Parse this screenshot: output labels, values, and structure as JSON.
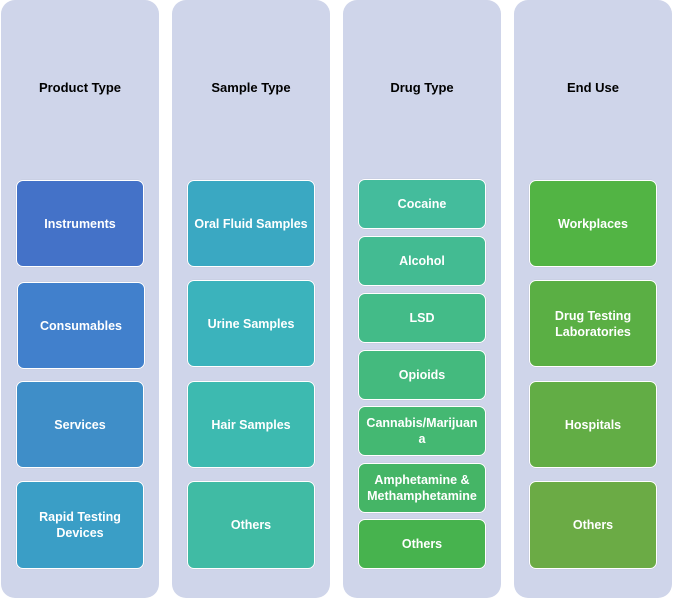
{
  "columns": [
    {
      "title": "Product Type",
      "items": [
        {
          "label": "Instruments",
          "color": "#4472c8"
        },
        {
          "label": "Consumables",
          "color": "#4180cc"
        },
        {
          "label": "Services",
          "color": "#3f8ec8"
        },
        {
          "label": "Rapid Testing Devices",
          "color": "#3a9ec6"
        }
      ]
    },
    {
      "title": "Sample Type",
      "items": [
        {
          "label": "Oral Fluid Samples",
          "color": "#3aa8c2"
        },
        {
          "label": "Urine Samples",
          "color": "#3bb3bc"
        },
        {
          "label": "Hair Samples",
          "color": "#3dbab0"
        },
        {
          "label": "Others",
          "color": "#40bba4"
        }
      ]
    },
    {
      "title": "Drug Type",
      "items": [
        {
          "label": "Cocaine",
          "color": "#44bc9c"
        },
        {
          "label": "Alcohol",
          "color": "#43bb92"
        },
        {
          "label": "LSD",
          "color": "#43bb88"
        },
        {
          "label": "Opioids",
          "color": "#44ba7e"
        },
        {
          "label": "Cannabis/Marijuana",
          "color": "#44b872"
        },
        {
          "label": "Amphetamine & Methamphetamine",
          "color": "#45b566"
        },
        {
          "label": "Others",
          "color": "#47b34e"
        }
      ]
    },
    {
      "title": "End Use",
      "items": [
        {
          "label": "Workplaces",
          "color": "#52b444"
        },
        {
          "label": "Drug Testing Laboratories",
          "color": "#5aaf44"
        },
        {
          "label": "Hospitals",
          "color": "#62ad45"
        },
        {
          "label": "Others",
          "color": "#6bab45"
        }
      ]
    }
  ]
}
